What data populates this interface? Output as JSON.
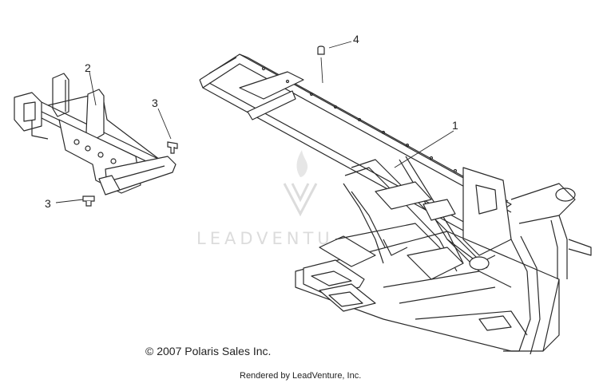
{
  "callouts": {
    "c1": "1",
    "c2": "2",
    "c3a": "3",
    "c3b": "3",
    "c4": "4"
  },
  "copyright": "© 2007 Polaris Sales Inc.",
  "rendered_by": "Rendered by LeadVenture, Inc.",
  "watermark": {
    "text": "LEADVENTU",
    "logo_icon": "leadventure-flame-logo-icon"
  },
  "colors": {
    "line": "#2a2a2a",
    "watermark": "#dcdcdc"
  }
}
